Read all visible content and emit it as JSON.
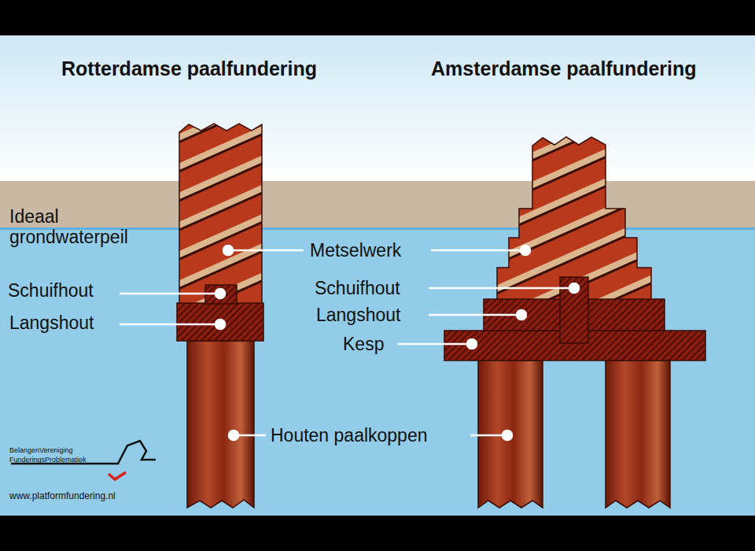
{
  "diagram": {
    "labels": [
      "Rotterdamse paalfundering",
      "Amsterdamse paalfundering",
      "Ideaal grondwaterpeil",
      "Schuifhout",
      "Langshout",
      "Metselwerk",
      "Schuifhout",
      "Langshout",
      "Kesp",
      "Houten paalkoppen",
      "BelangenVereniging",
      "FunderingsProblematiek",
      "www.platformfundering.nl"
    ]
  }
}
